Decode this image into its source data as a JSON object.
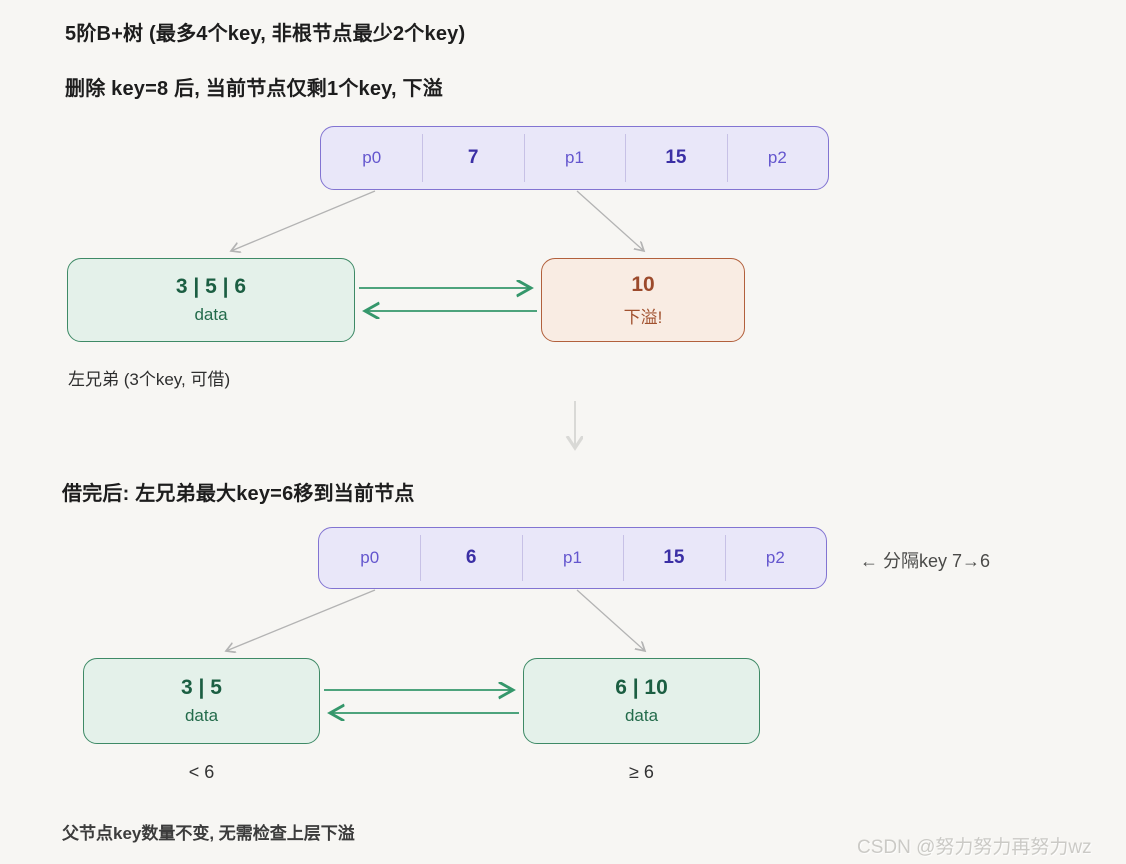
{
  "header": {
    "title": "5阶B+树 (最多4个key, 非根节点最少2个key)",
    "subtitle": "删除 key=8 后, 当前节点仅剩1个key, 下溢"
  },
  "step1": {
    "parent": {
      "cells": [
        "p0",
        "7",
        "p1",
        "15",
        "p2"
      ]
    },
    "left_leaf": {
      "keys": "3 | 5 | 6",
      "tag": "data"
    },
    "overflow_leaf": {
      "keys": "10",
      "tag": "下溢!"
    },
    "left_leaf_caption": "左兄弟 (3个key, 可借)"
  },
  "step2": {
    "heading": "借完后: 左兄弟最大key=6移到当前节点",
    "parent": {
      "cells": [
        "p0",
        "6",
        "p1",
        "15",
        "p2"
      ]
    },
    "parent_annotation": "← 分隔key 7→6",
    "left_leaf": {
      "keys": "3 | 5",
      "tag": "data",
      "caption": "< 6"
    },
    "right_leaf": {
      "keys": "6 | 10",
      "tag": "data",
      "caption": "≥ 6"
    }
  },
  "footer": {
    "note": "父节点key数量不变, 无需检查上层下溢",
    "watermark": "CSDN @努力努力再努力wz"
  },
  "colors": {
    "page_bg": "#f7f6f3",
    "parent_bg": "#e9e7f9",
    "parent_border": "#8274d2",
    "pointer_text": "#6456ce",
    "key_text": "#3b2fa5",
    "leaf_bg": "#e4f1ea",
    "leaf_border": "#3e8a66",
    "leaf_key_text": "#1b5e42",
    "overflow_bg": "#f9ece3",
    "overflow_border": "#b2603c",
    "overflow_text": "#9c4a2c",
    "sibling_link_arrow": "#35976b",
    "tree_edge": "#b3b3b3",
    "flow_arrow": "#d9d9d6",
    "watermark_text": "#cbcac6"
  }
}
